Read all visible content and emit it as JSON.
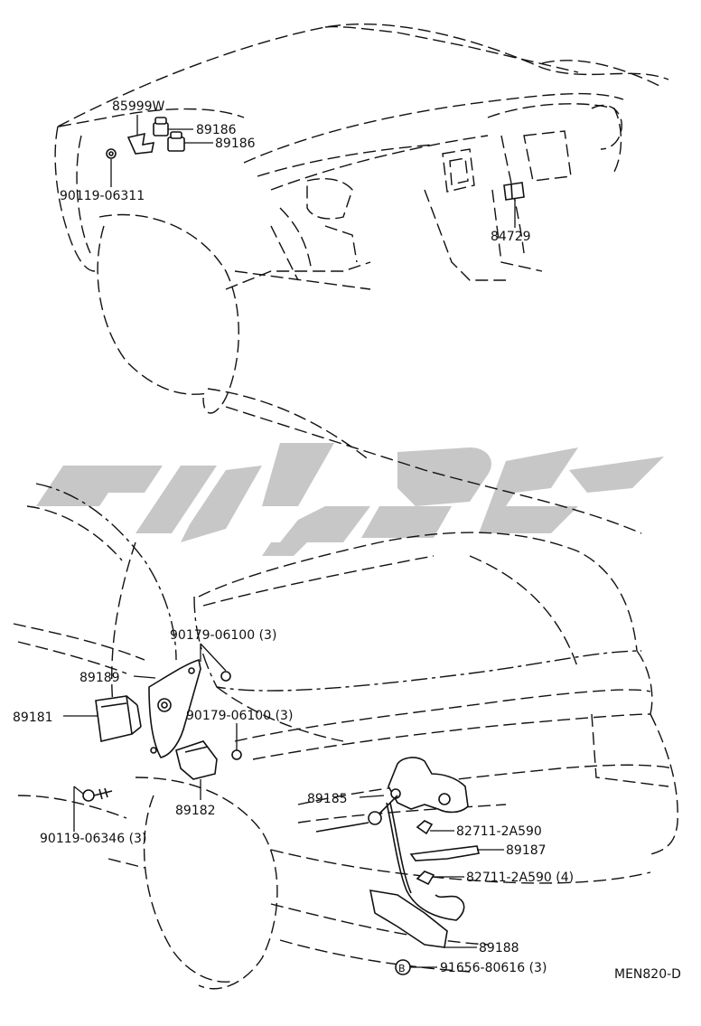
{
  "diagram": {
    "code": "MEN820-D",
    "upper_labels": {
      "p85999w": "85999W",
      "p89186a": "89186",
      "p89186b": "89186",
      "p90119_06311": "90119-06311",
      "p84729": "84729"
    },
    "lower_labels": {
      "p90179_a": "90179-06100 (3)",
      "p89189": "89189",
      "p89181": "89181",
      "p90179_b": "90179-06100 (3)",
      "p89182": "89182",
      "p90119_06346": "90119-06346 (3)",
      "p89185": "89185",
      "p82711_a": "82711-2A590",
      "p89187": "89187",
      "p82711_b": "82711-2A590 (4)",
      "p89188": "89188",
      "p91656": "91656-80616 (3)",
      "bolt_symbol": "B"
    }
  }
}
